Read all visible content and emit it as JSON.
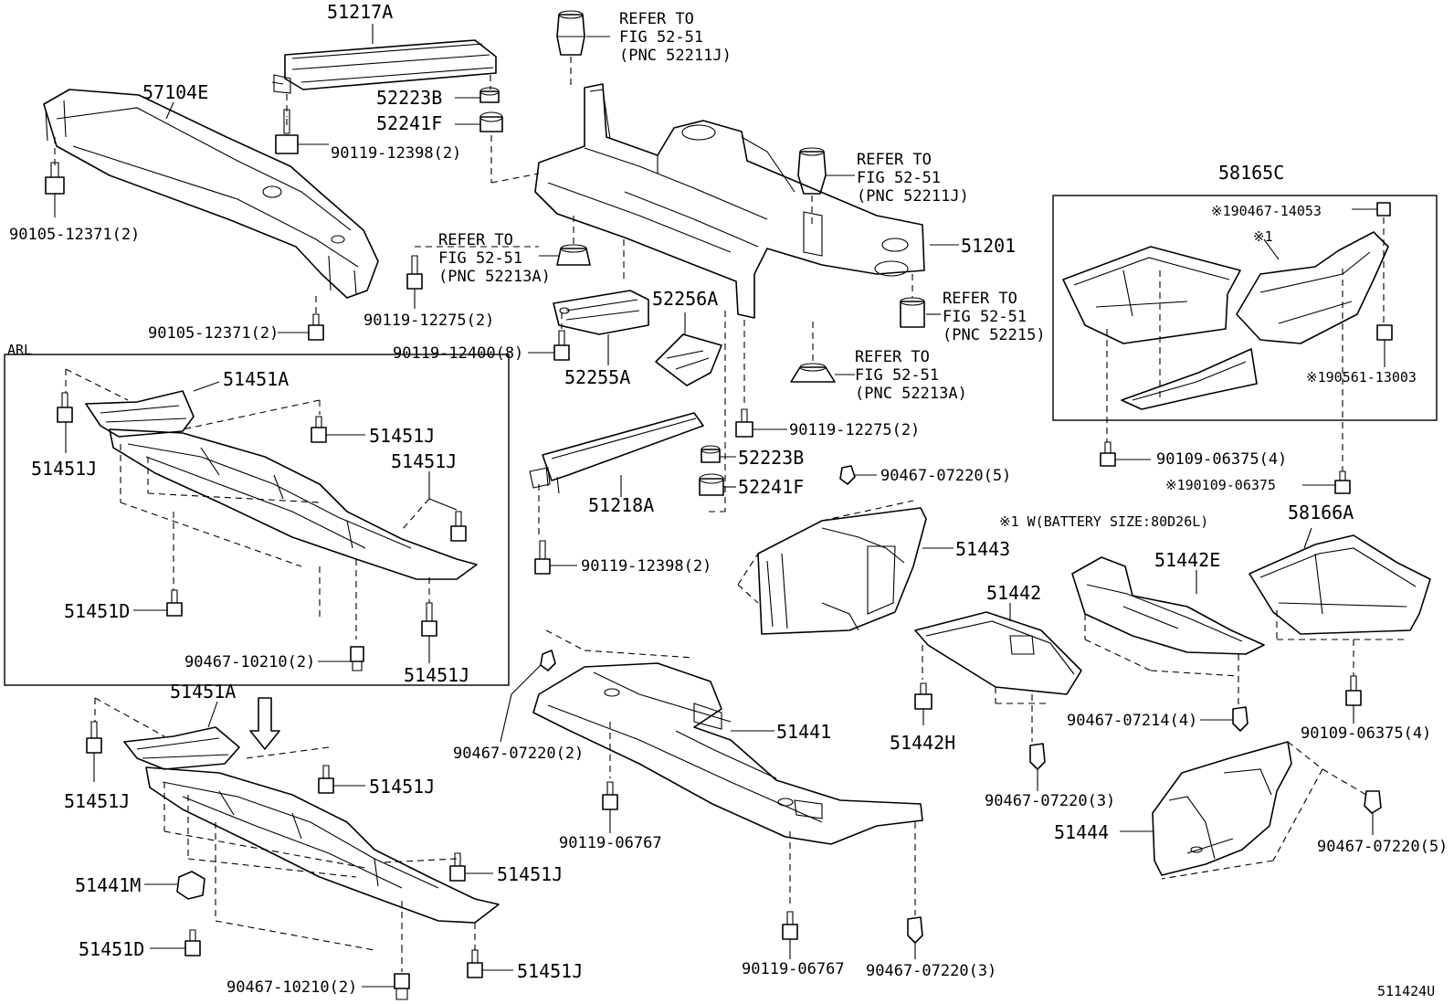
{
  "diagram": {
    "figure_code": "511424U",
    "callouts": {
      "p51217A": "51217A",
      "p57104E": "57104E",
      "p52223B_top": "52223B",
      "p52241F_top": "52241F",
      "b90119_12398_top": "90119-12398(2)",
      "b90105_12371_left": "90105-12371(2)",
      "b90105_12371_bottom": "90105-12371(2)",
      "b90119_12275_left": "90119-12275(2)",
      "b90119_12400": "90119-12400(8)",
      "p52255A": "52255A",
      "p52256A": "52256A",
      "p51201": "51201",
      "b90119_12275_mid": "90119-12275(2)",
      "p52223B_mid": "52223B",
      "p52241F_mid": "52241F",
      "p51218A": "51218A",
      "b90119_12398_mid": "90119-12398(2)",
      "b90467_07220_5_top": "90467-07220(5)",
      "p51443": "51443",
      "p51442": "51442",
      "p51442E": "51442E",
      "p51442H": "51442H",
      "b90467_07214": "90467-07214(4)",
      "b90467_07220_3_mid": "90467-07220(3)",
      "p51441": "51441",
      "b90467_07220_2": "90467-07220(2)",
      "b90119_06767_a": "90119-06767",
      "b90119_06767_b": "90119-06767",
      "b90467_07220_3_bottom": "90467-07220(3)",
      "p51444": "51444",
      "b90467_07220_5_right": "90467-07220(5)",
      "p58165C": "58165C",
      "b190467_14053": "※190467-14053",
      "note_x1": "※1",
      "b190561_13003": "※190561-13003",
      "b90109_06375_4_box": "90109-06375(4)",
      "b90109_06375_note": "※190109-06375",
      "note_battery": "※1 W(BATTERY SIZE:80D26L)",
      "p58166A": "58166A",
      "b90109_06375_4_right": "90109-06375(4)",
      "arl": "ARL",
      "p51451A_box": "51451A",
      "p51451J_box_a": "51451J",
      "p51451J_box_b": "51451J",
      "p51451J_box_c": "51451J",
      "p51451J_box_d": "51451J",
      "p51451D_box": "51451D",
      "b90467_10210_box": "90467-10210(2)",
      "p51451A_low": "51451A",
      "p51451J_low_a": "51451J",
      "p51451J_low_b": "51451J",
      "p51451J_low_c": "51451J",
      "p51451J_low_d": "51451J",
      "p51441M": "51441M",
      "p51451D_low": "51451D",
      "b90467_10210_low": "90467-10210(2)"
    },
    "refer_notes": {
      "top": {
        "l1": "REFER TO",
        "l2": "FIG 52-51",
        "l3": "(PNC 52211J)"
      },
      "upper_right": {
        "l1": "REFER TO",
        "l2": "FIG 52-51",
        "l3": "(PNC 52211J)"
      },
      "left": {
        "l1": "REFER TO",
        "l2": "FIG 52-51",
        "l3": "(PNC 52213A)"
      },
      "right": {
        "l1": "REFER TO",
        "l2": "FIG 52-51",
        "l3": "(PNC 52215)"
      },
      "lower": {
        "l1": "REFER TO",
        "l2": "FIG 52-51",
        "l3": "(PNC 52213A)"
      }
    }
  }
}
